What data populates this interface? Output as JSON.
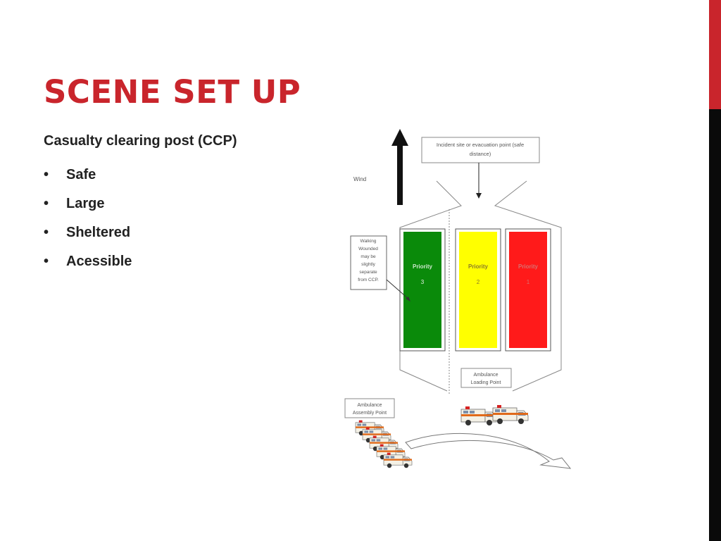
{
  "slide": {
    "title": "SCENE SET UP",
    "subtitle": "Casualty clearing post (CCP)",
    "bullets": [
      "Safe",
      "Large",
      "Sheltered",
      "Acessible"
    ],
    "bullet_glyph": "•",
    "accent_color": "#c9252c"
  },
  "diagram": {
    "wind_label": "Wind",
    "incident_box": {
      "line1": "Incident site or evacuation point (safe",
      "line2": "distance)"
    },
    "walking_wounded": [
      "Walking",
      "Wounded",
      "may be",
      "slightly",
      "separate",
      "from CCP."
    ],
    "priorities": [
      {
        "label": "Priority",
        "number": "3",
        "color": "#0a8a0a"
      },
      {
        "label": "Priority",
        "number": "2",
        "color": "#ffff00"
      },
      {
        "label": "Priority",
        "number": "1",
        "color": "#ff1a1a"
      }
    ],
    "loading_point": {
      "line1": "Ambulance",
      "line2": "Loading Point"
    },
    "assembly_point": {
      "line1": "Ambulance",
      "line2": "Assembly Point"
    },
    "icons": {
      "wind": "up-arrow-icon",
      "ambulance": "ambulance-icon",
      "flow": "curved-arrow-icon"
    }
  }
}
